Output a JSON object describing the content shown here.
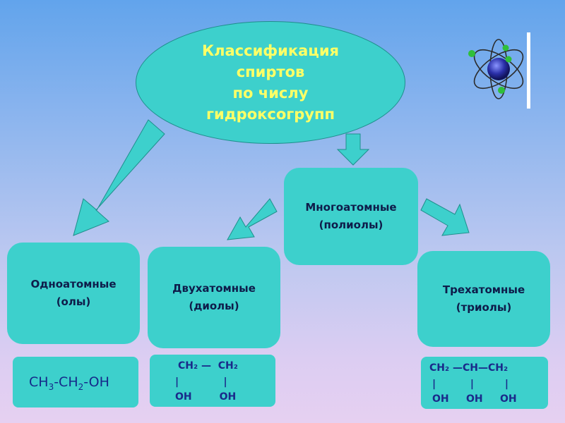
{
  "title": {
    "line1": "Классификация",
    "line2": "спиртов",
    "line3": "по числу",
    "line4": "гидроксогрупп"
  },
  "polyatomic": {
    "line1": "Многоатомные",
    "line2": "(полиолы)"
  },
  "monohydric": {
    "line1": "Одноатомные",
    "line2": "(олы)"
  },
  "diol": {
    "line1": "Двухатомные",
    "line2": "(диолы)"
  },
  "triol": {
    "line1": "Трехатомные",
    "line2": "(триолы)"
  },
  "formula_mono": {
    "ch3": "CH",
    "sub3": "3",
    "ch2": "-CH",
    "sub2": "2",
    "oh": "-OH"
  },
  "formula_diol": {
    "row1": "CH₂ —  CH₂",
    "row2": "|             |",
    "row3": "OH        OH"
  },
  "formula_triol": {
    "row1": "CH₂ —CH—CH₂",
    "row2": "|          |         |",
    "row3": "OH     OH     OH"
  },
  "colors": {
    "box": "#3dd0cc",
    "title_text": "#ffff66",
    "arrow": "#3dd0cc"
  },
  "icons": {
    "atom": "atom-icon"
  }
}
